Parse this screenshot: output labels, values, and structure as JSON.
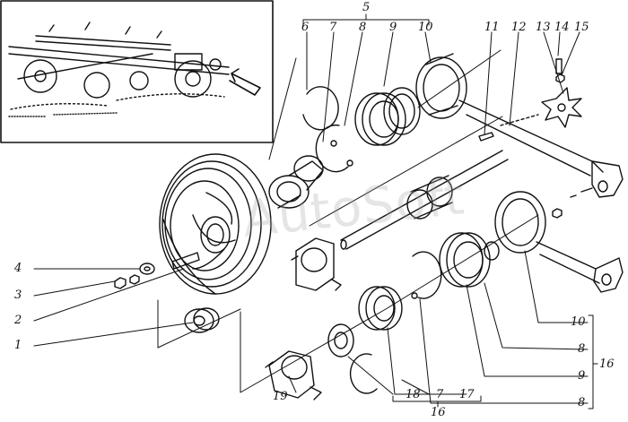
{
  "watermark": "AutoSoft",
  "callouts": {
    "c1": "1",
    "c2": "2",
    "c3": "3",
    "c4": "4",
    "c5": "5",
    "c6": "6",
    "c7": "7",
    "c8": "8",
    "c9": "9",
    "c10": "10",
    "c11": "11",
    "c12": "12",
    "c13": "13",
    "c14": "14",
    "c15": "15",
    "c16": "16",
    "c17": "17",
    "c18": "18",
    "c19": "19",
    "r10": "10",
    "r8a": "8",
    "r9": "9",
    "r8b": "8",
    "r16": "16",
    "b18": "18",
    "b7": "7",
    "b17": "17",
    "b16": "16"
  },
  "colors": {
    "ink": "#111111",
    "paper": "#ffffff"
  }
}
